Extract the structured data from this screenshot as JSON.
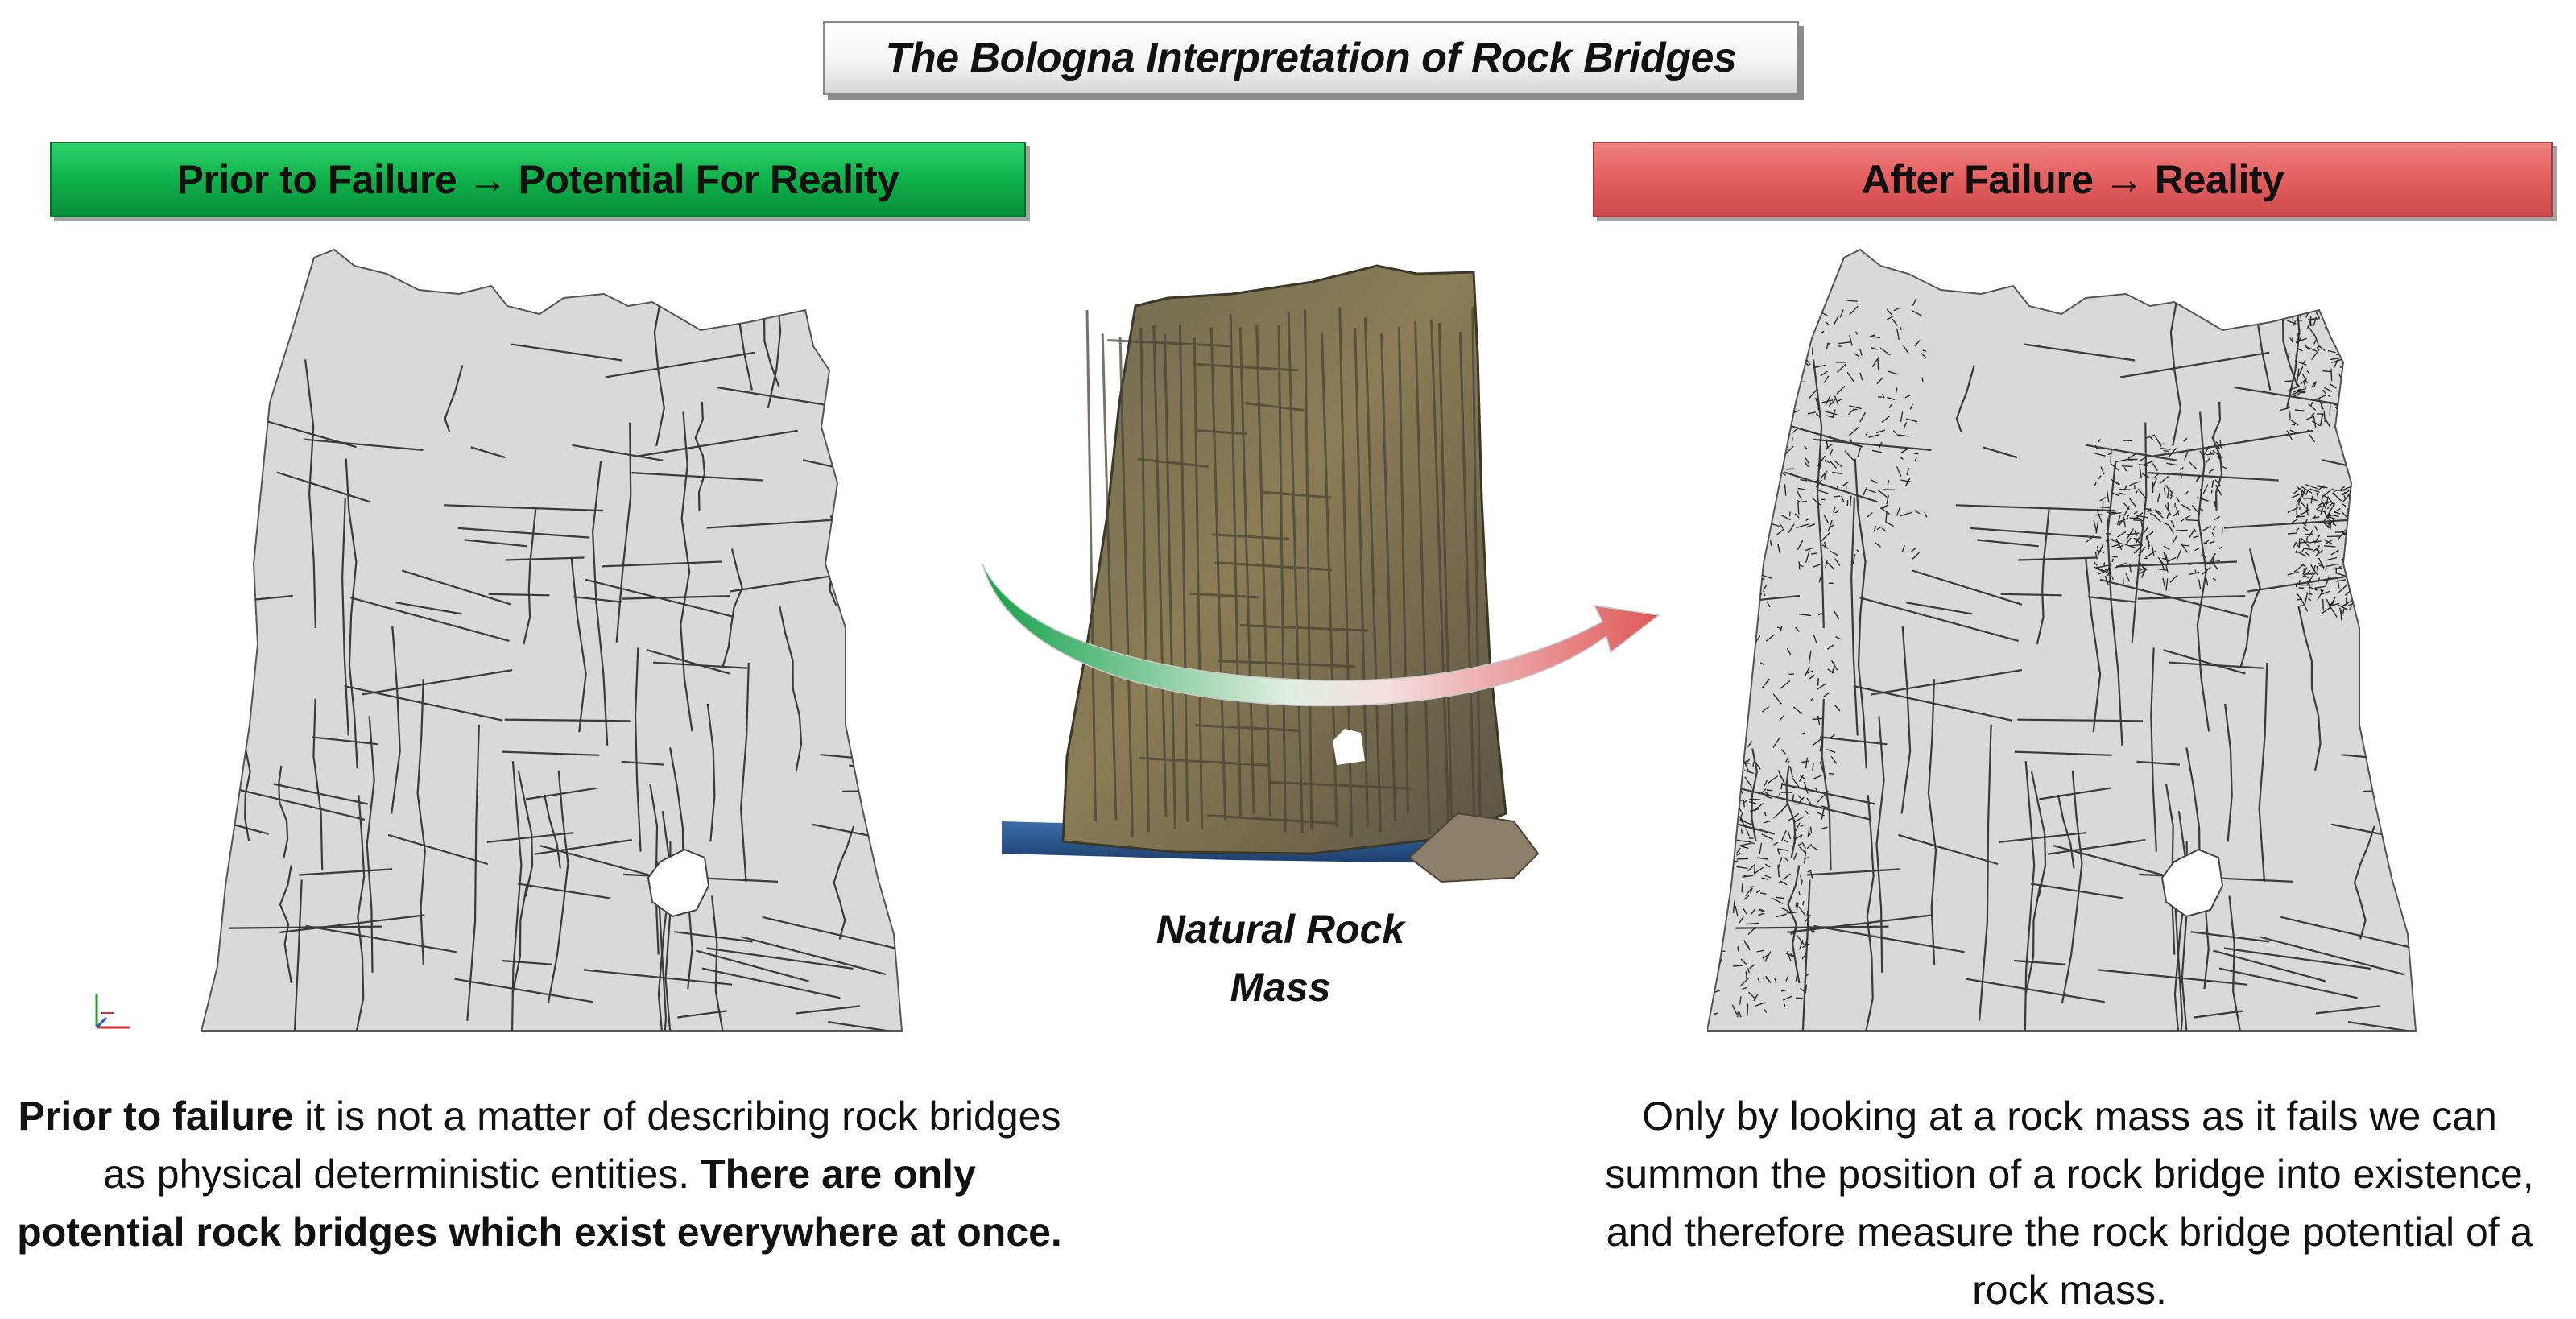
{
  "title": "The Bologna Interpretation of Rock Bridges",
  "left_banner": "Prior to Failure → Potential For Reality",
  "right_banner": "After Failure → Reality",
  "center_label_line1": "Natural Rock",
  "center_label_line2": "Mass",
  "left_caption": {
    "bold1": "Prior to failure",
    "text1": " it is not a matter of describing rock bridges as physical deterministic entities. ",
    "bold2": "There are only potential rock bridges which exist everywhere at once."
  },
  "right_caption": "Only by looking at a rock mass as it fails we can summon the position of a rock bridge into existence, and therefore measure the rock bridge potential of a rock mass.",
  "colors": {
    "green_banner": "#0fb14a",
    "red_banner": "#e45f5f",
    "rock_fill": "#d9d9d9",
    "fracture": "#3a3a3a"
  },
  "icons": {
    "axis_triad": "axis-triad-icon",
    "arrow": "curved-arrow"
  }
}
